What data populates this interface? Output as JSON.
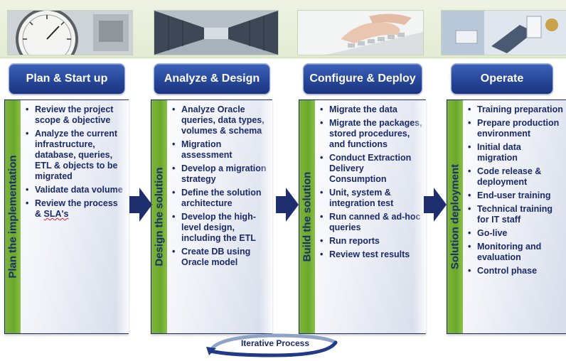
{
  "phases": [
    {
      "header": "Plan & Start up",
      "side_label": "Plan the implementation",
      "items": [
        "Review the project scope & objective",
        "Analyze the current infrastructure, database, queries, ETL & objects to be migrated",
        "Validate data volume",
        "Review the process & "
      ],
      "items_last_suffix": "SLA's"
    },
    {
      "header": "Analyze & Design",
      "side_label": "Design the solution",
      "items": [
        "Analyze Oracle queries, data types, volumes & schema",
        "Migration assessment",
        "Develop a migration strategy",
        "Define the solution architecture",
        "Develop the high-level design, including the ETL",
        "Create DB using Oracle model"
      ]
    },
    {
      "header": "Configure & Deploy",
      "side_label": "Build the solution",
      "items": [
        "Migrate the data",
        "Migrate the packages, stored procedures, and functions",
        "Conduct Extraction Delivery Consumption",
        "Unit, system & integration test",
        "Run canned & ad-hoc queries",
        "Run reports",
        "Review test results"
      ]
    },
    {
      "header": "Operate",
      "side_label": "Solution deployment",
      "items": [
        "Training preparation",
        "Prepare production environment",
        "Initial data migration",
        "Code release & deployment",
        "End-user training",
        "Technical training for IT staff",
        "Go-live",
        "Monitoring and evaluation",
        "Control phase"
      ]
    }
  ],
  "iterative_label": "Iterative Process",
  "colors": {
    "header_blue": "#28479a",
    "side_green": "#6aa82a",
    "text_navy": "#1b2a6b",
    "arrow_navy": "#1f2f6e"
  },
  "photos": [
    "stopwatch-photo",
    "server-room-photo",
    "keyboard-hands-photo",
    "desk-objects-photo"
  ]
}
